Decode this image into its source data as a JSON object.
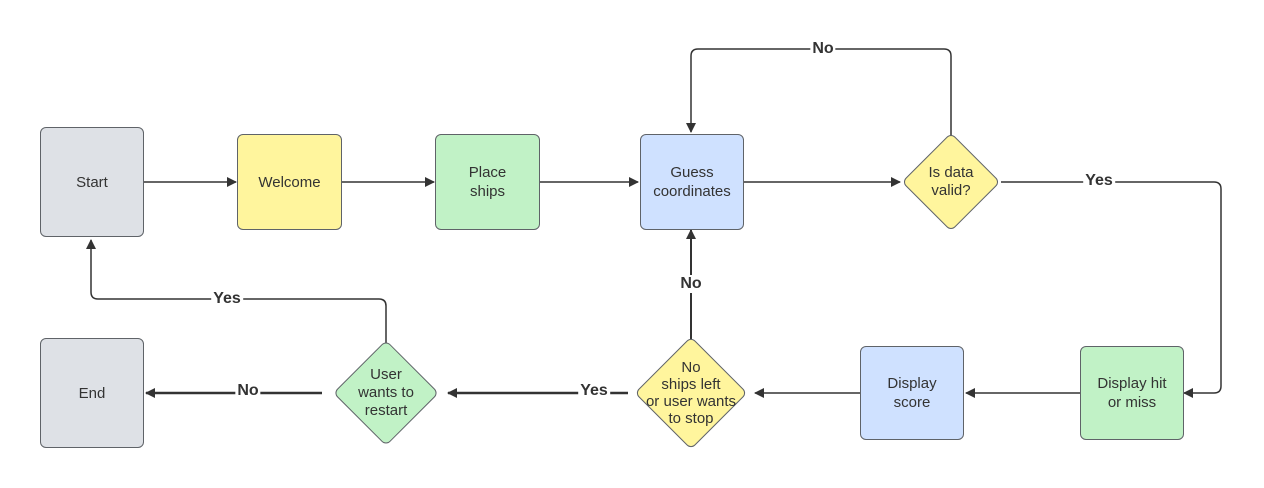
{
  "nodes": {
    "start": "Start",
    "welcome": "Welcome",
    "place_ships": "Place\nships",
    "guess": "Guess\ncoordinates",
    "valid": "Is data\nvalid?",
    "hit_miss": "Display hit\nor miss",
    "score": "Display\nscore",
    "ships_left": "No\nships left\nor user wants\nto stop",
    "restart": "User\nwants to\nrestart",
    "end": "End"
  },
  "edges": {
    "valid_no": "No",
    "valid_yes": "Yes",
    "ships_no": "No",
    "ships_yes": "Yes",
    "restart_yes": "Yes",
    "restart_no": "No"
  },
  "colors": {
    "terminal": "#dee1e6",
    "welcome": "#fff59d",
    "process_green": "#c1f2c6",
    "process_blue": "#cfe1ff",
    "decision_yellow": "#fff59d",
    "decision_green": "#c1f2c6",
    "line": "#333333"
  }
}
